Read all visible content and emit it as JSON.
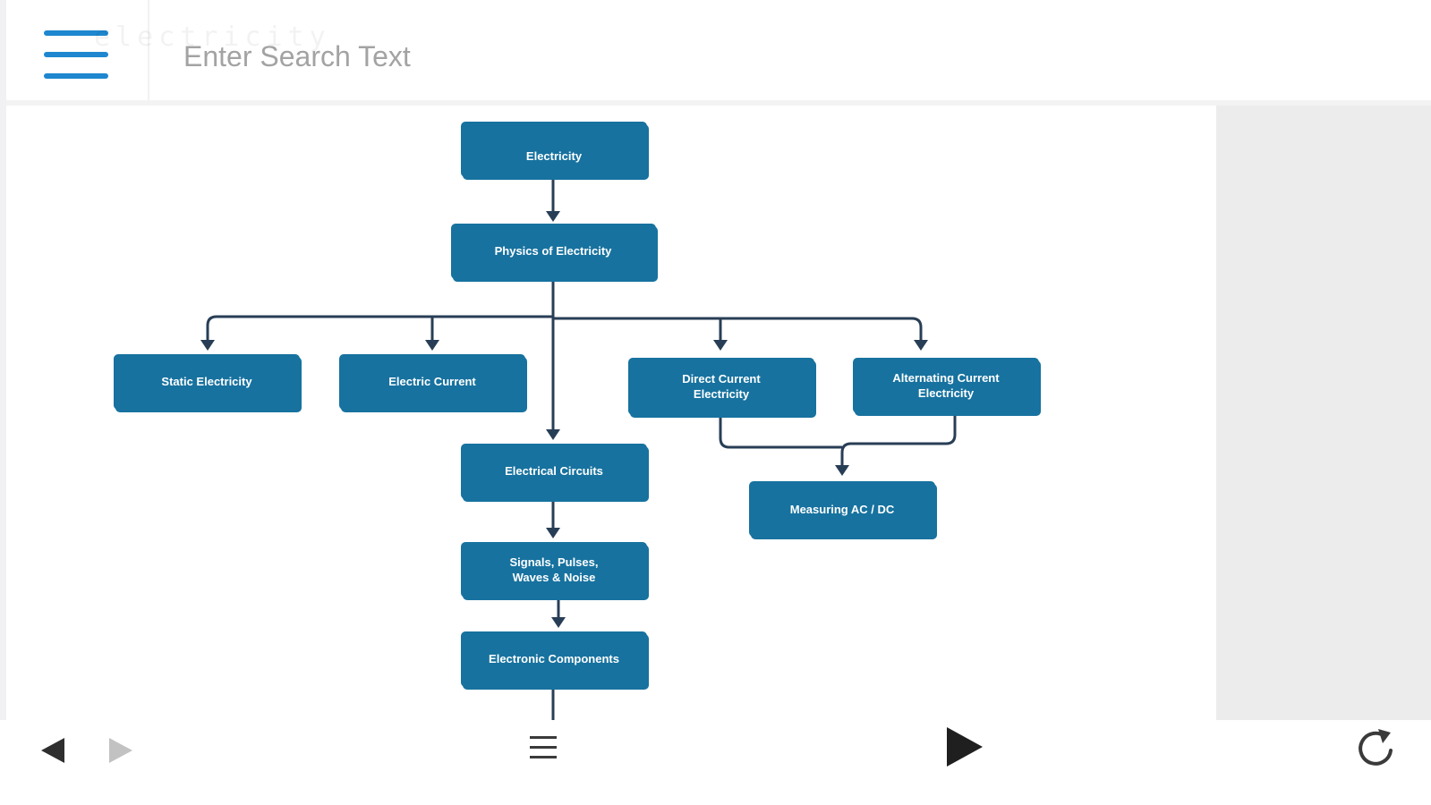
{
  "header": {
    "menu_icon": "hamburger-icon",
    "search_placeholder": "Enter Search Text",
    "search_ghost_text": "electricity"
  },
  "diagram": {
    "nodes": [
      {
        "id": "electricity",
        "lines": [
          "Electricity"
        ]
      },
      {
        "id": "physics",
        "lines": [
          "Physics of Electricity"
        ]
      },
      {
        "id": "static",
        "lines": [
          "Static Electricity"
        ]
      },
      {
        "id": "current",
        "lines": [
          "Electric Current"
        ]
      },
      {
        "id": "dc",
        "lines": [
          "Direct Current",
          "Electricity"
        ]
      },
      {
        "id": "ac",
        "lines": [
          "Alternating Current",
          "Electricity"
        ]
      },
      {
        "id": "circuits",
        "lines": [
          "Electrical Circuits"
        ]
      },
      {
        "id": "measuring",
        "lines": [
          "Measuring AC / DC"
        ]
      },
      {
        "id": "signals",
        "lines": [
          "Signals, Pulses,",
          "Waves & Noise"
        ]
      },
      {
        "id": "components",
        "lines": [
          "Electronic Components"
        ]
      }
    ],
    "colors": {
      "node_fill": "#17729f",
      "edge": "#283e56"
    }
  },
  "footer": {
    "prev_icon": "triangle-left-icon",
    "next_icon": "triangle-right-icon",
    "menu_icon": "list-icon",
    "play_icon": "play-icon",
    "refresh_icon": "refresh-icon"
  },
  "colors": {
    "accent": "#1e87cf",
    "panel": "#ececec"
  }
}
